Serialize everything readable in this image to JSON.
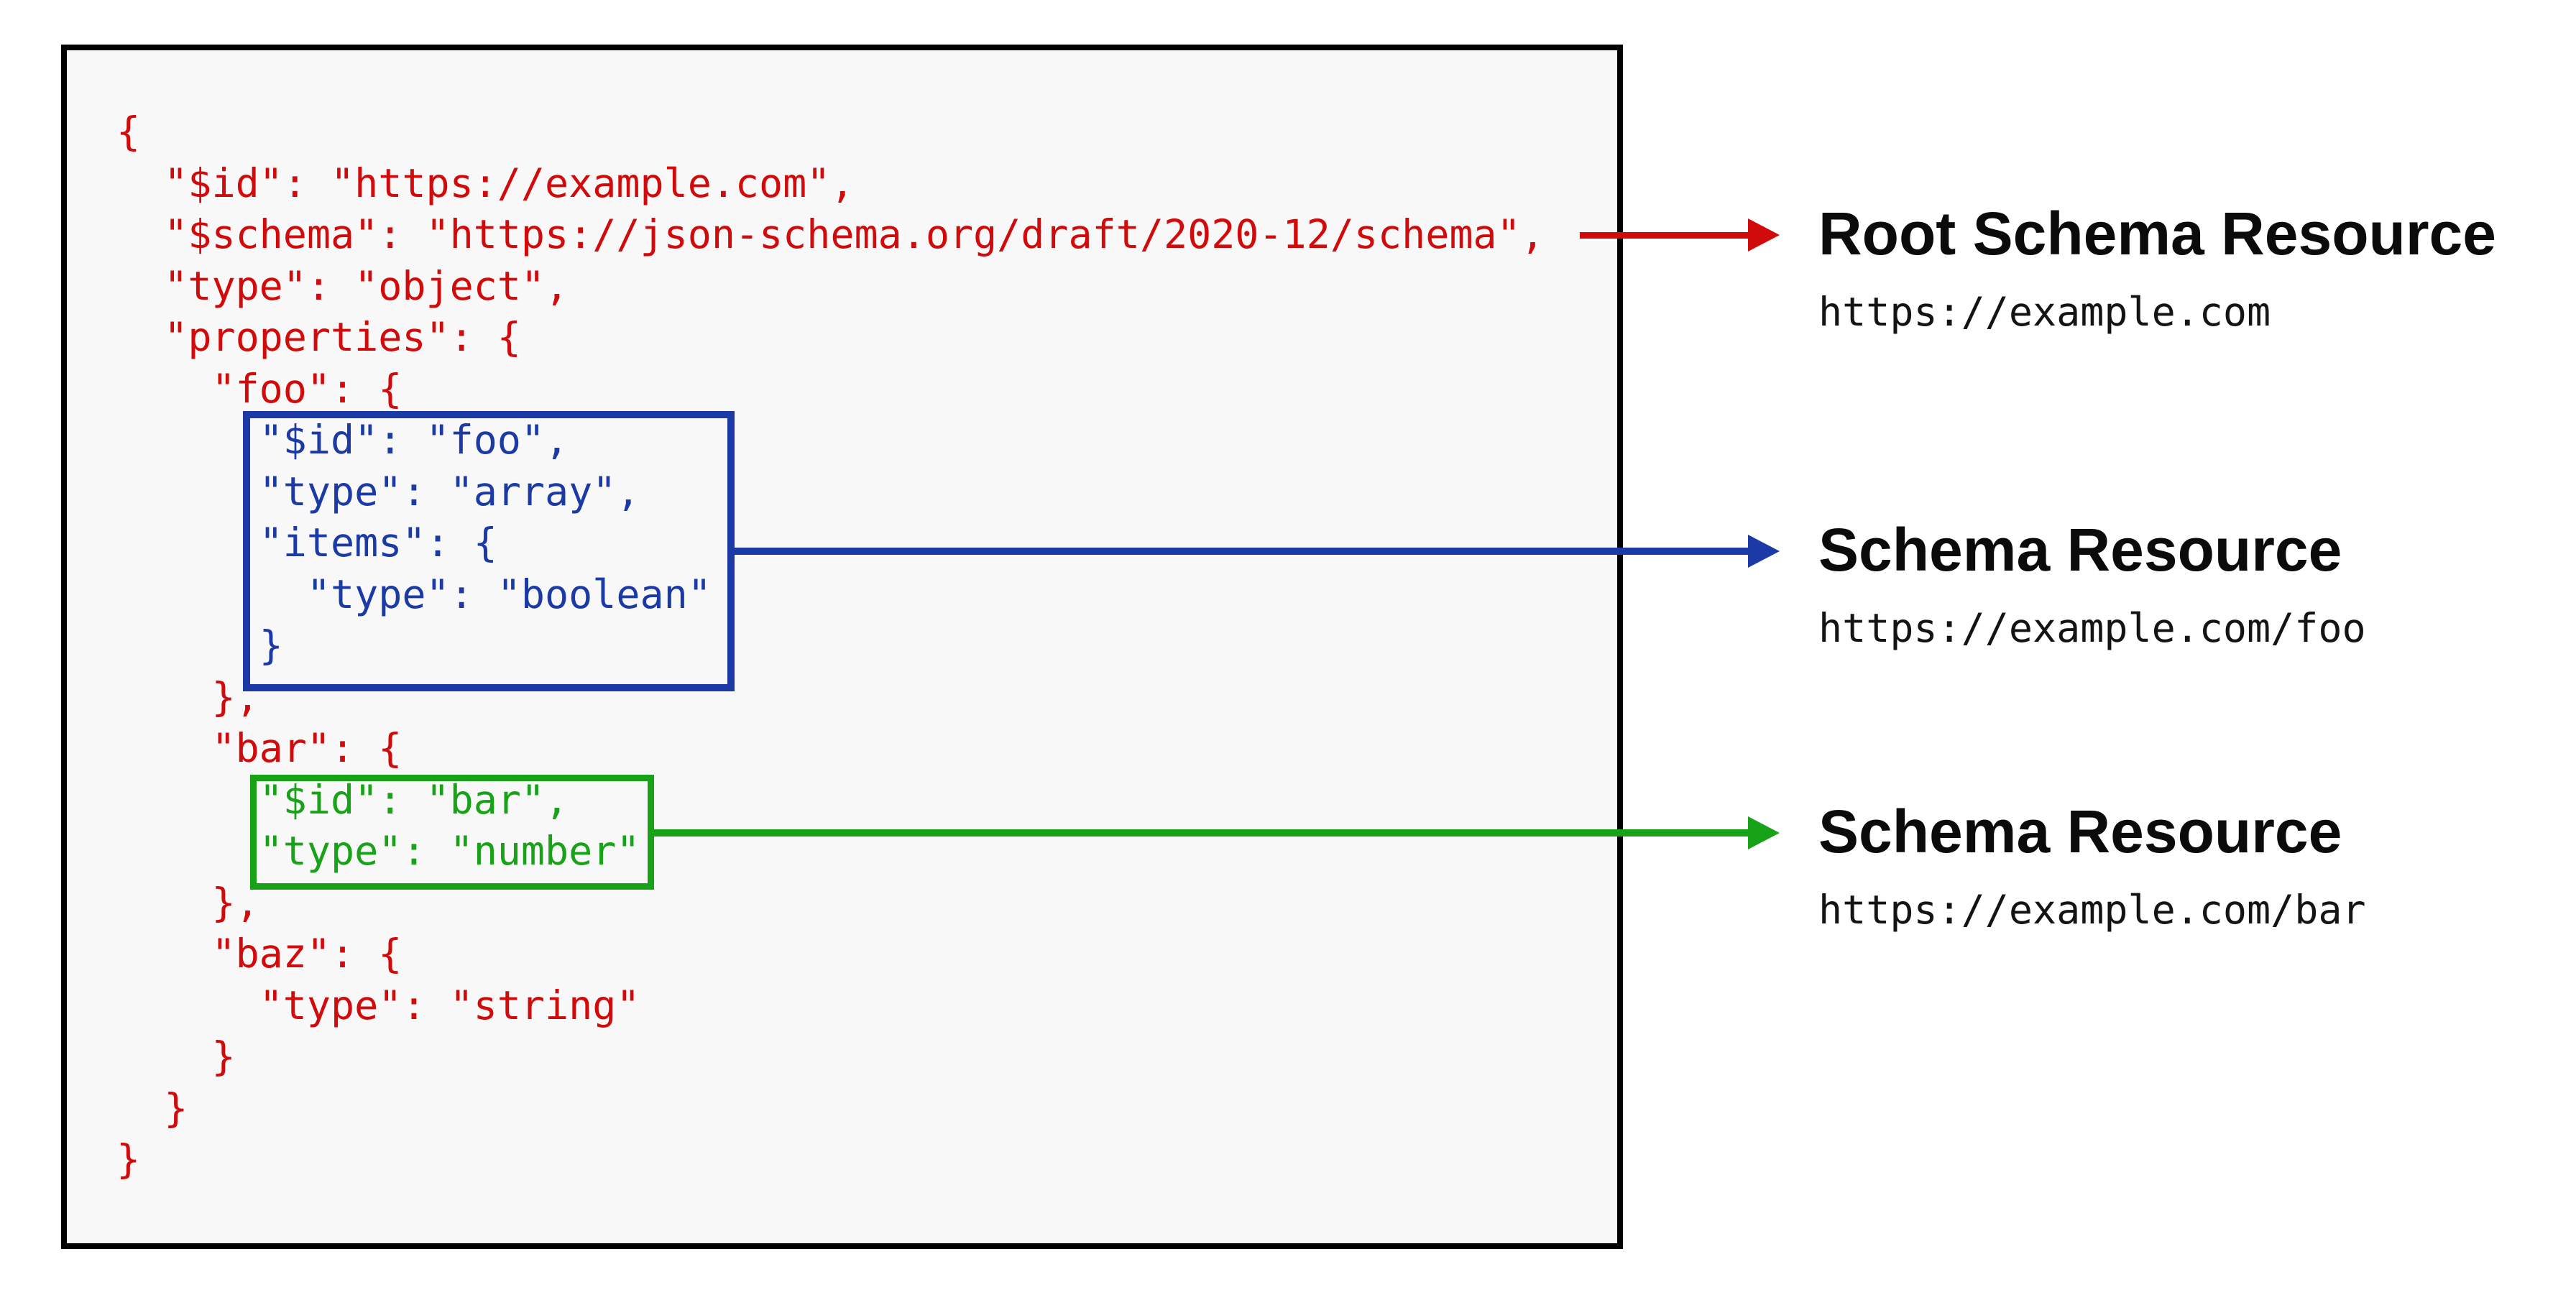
{
  "schema_code": {
    "lines": [
      {
        "text": "{"
      },
      {
        "text": "  \"$id\": \"https://example.com\","
      },
      {
        "text": "  \"$schema\": \"https://json-schema.org/draft/2020-12/schema\","
      },
      {
        "text": "  \"type\": \"object\","
      },
      {
        "text": "  \"properties\": {"
      },
      {
        "text": "    \"foo\": {"
      },
      {
        "text": "      \"$id\": \"foo\","
      },
      {
        "text": "      \"type\": \"array\","
      },
      {
        "text": "      \"items\": {"
      },
      {
        "text": "        \"type\": \"boolean\""
      },
      {
        "text": "      }"
      },
      {
        "text": "    },"
      },
      {
        "text": "    \"bar\": {"
      },
      {
        "text": "      \"$id\": \"bar\","
      },
      {
        "text": "      \"type\": \"number\""
      },
      {
        "text": "    },"
      },
      {
        "text": "    \"baz\": {"
      },
      {
        "text": "      \"type\": \"string\""
      },
      {
        "text": "    }"
      },
      {
        "text": "  }"
      },
      {
        "text": "}"
      }
    ]
  },
  "annotations": [
    {
      "title": "Root Schema Resource",
      "url": "https://example.com"
    },
    {
      "title": "Schema Resource",
      "url": "https://example.com/foo"
    },
    {
      "title": "Schema Resource",
      "url": "https://example.com/bar"
    }
  ],
  "colors": {
    "red": "#d10b0b",
    "blue": "#1b3aa5",
    "green": "#18a218",
    "box_border": "#000000",
    "box_background": "#f8f8f8",
    "label_text": "#0b0b0b"
  }
}
